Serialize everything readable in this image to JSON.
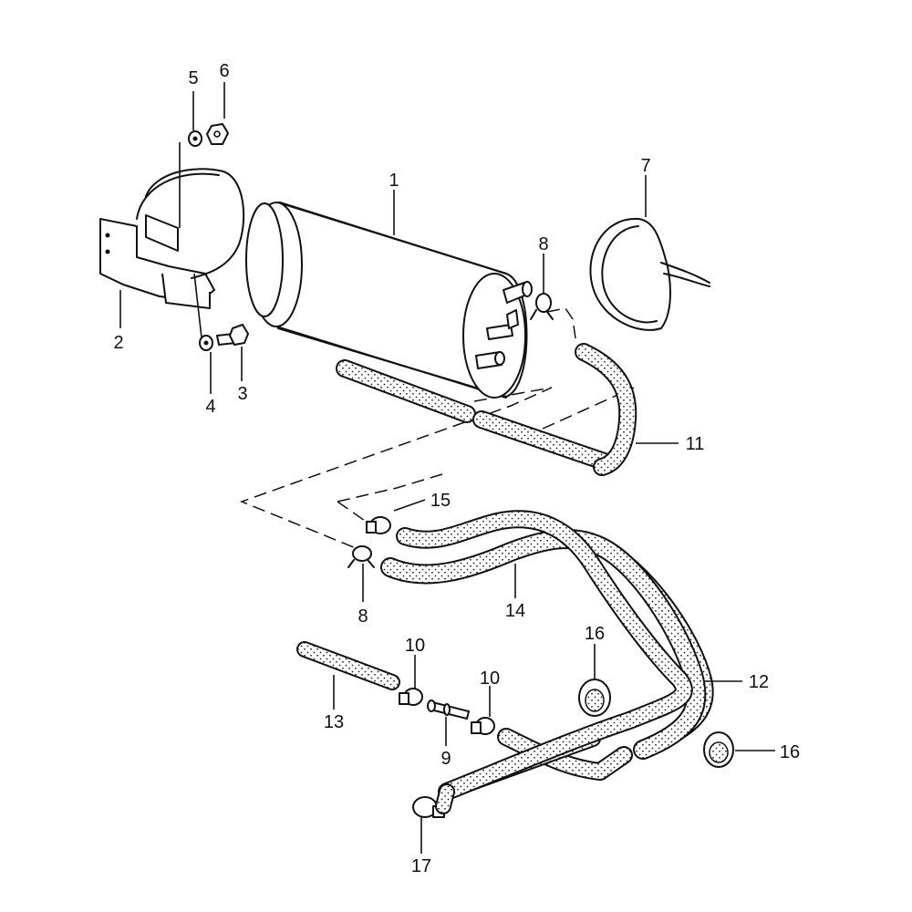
{
  "callouts": [
    "1",
    "2",
    "3",
    "4",
    "5",
    "6",
    "7",
    "8",
    "8",
    "9",
    "10",
    "10",
    "11",
    "12",
    "13",
    "14",
    "15",
    "16",
    "16",
    "17"
  ],
  "colors": {
    "line": "#111111",
    "background": "#ffffff",
    "hose_fill": "#ffffff"
  },
  "hoses": [
    "hose-11a",
    "hose-11b",
    "hose-11-bend",
    "hose-12a",
    "hose-12b",
    "hose-12c",
    "hose-13",
    "hose-14",
    "hose-15",
    "hose-17"
  ]
}
